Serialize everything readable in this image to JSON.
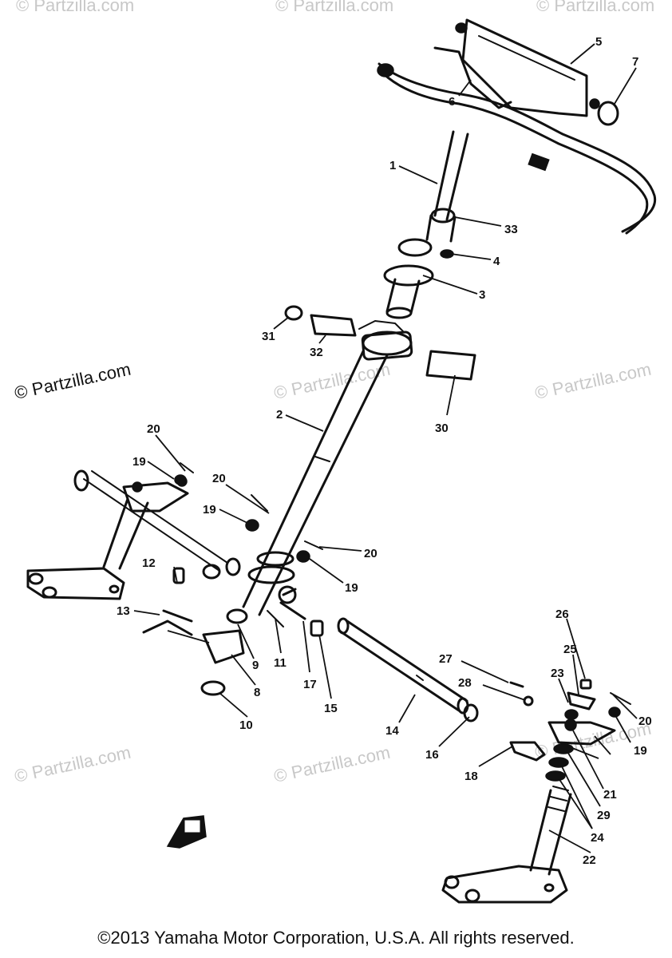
{
  "diagram": {
    "watermark_main": "© Partzilla.com",
    "watermark_faint": "© Partzilla.com",
    "copyright": "©2013  Yamaha Motor Corporation, U.S.A. All rights reserved.",
    "callouts": {
      "c1": "1",
      "c2": "2",
      "c3": "3",
      "c4": "4",
      "c5": "5",
      "c6": "6",
      "c7": "7",
      "c8": "8",
      "c9": "9",
      "c10": "10",
      "c11": "11",
      "c12": "12",
      "c13": "13",
      "c14": "14",
      "c15": "15",
      "c16": "16",
      "c17": "17",
      "c18": "18",
      "c19a": "19",
      "c19b": "19",
      "c19c": "19",
      "c19d": "19",
      "c20a": "20",
      "c20b": "20",
      "c20c": "20",
      "c20d": "20",
      "c21": "21",
      "c22": "22",
      "c23": "23",
      "c24": "24",
      "c25": "25",
      "c26": "26",
      "c27": "27",
      "c28": "28",
      "c29": "29",
      "c30": "30",
      "c31": "31",
      "c32": "32",
      "c33": "33"
    }
  }
}
